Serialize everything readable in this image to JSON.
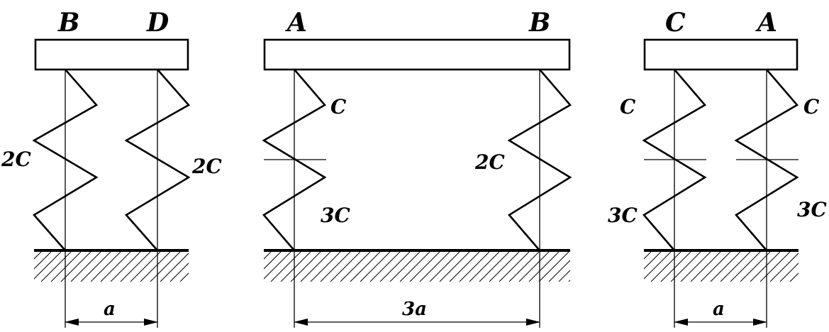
{
  "panel1": {
    "top_left": "B",
    "top_right": "D",
    "spring_left": "2C",
    "spring_right": "2C",
    "dimension": "a"
  },
  "panel2": {
    "top_left": "A",
    "top_right": "B",
    "spring_left_upper": "C",
    "spring_left_lower": "3C",
    "spring_right": "2C",
    "dimension": "3a"
  },
  "panel3": {
    "top_left": "C",
    "top_right": "A",
    "spring_left_upper": "C",
    "spring_left_lower": "3C",
    "spring_right_upper": "C",
    "spring_right_lower": "3C",
    "dimension": "a"
  }
}
